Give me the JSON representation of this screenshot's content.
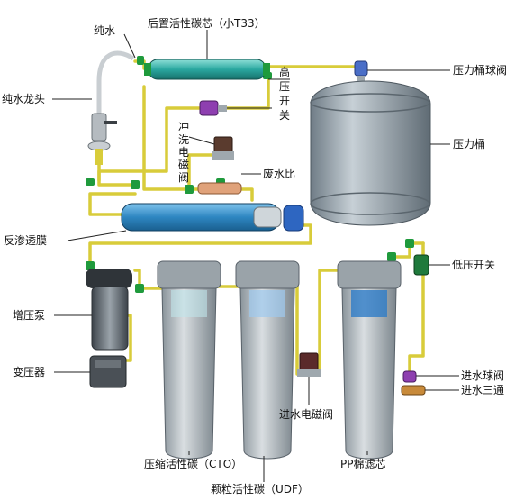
{
  "labels": {
    "pure_water": "纯水",
    "post_carbon": "后置活性碳芯（小T33）",
    "pure_faucet": "纯水龙头",
    "tank_ball_valve": "压力桶球阀",
    "high_pressure_switch_1": "高",
    "high_pressure_switch_2": "压",
    "high_pressure_switch_3": "开",
    "high_pressure_switch_4": "关",
    "flush_valve_1": "冲",
    "flush_valve_2": "洗",
    "flush_valve_3": "电",
    "flush_valve_4": "磁",
    "flush_valve_5": "阀",
    "pressure_tank": "压力桶",
    "waste_ratio": "废水比",
    "ro_membrane": "反渗透膜",
    "low_pressure_switch": "低压开关",
    "booster_pump": "增压泵",
    "transformer": "变压器",
    "inlet_ball_valve": "进水球阀",
    "inlet_tee": "进水三通",
    "inlet_solenoid": "进水电磁阀",
    "cto_carbon": "压缩活性碳（CTO）",
    "pp_filter": "PP棉滤芯",
    "udf_carbon": "颗粒活性碳（UDF）"
  },
  "colors": {
    "pipe": "#d8cc3a",
    "connector": "#1f9a3c",
    "tank": "#8e9ba6",
    "membrane": "#2e86c1",
    "housing": "#a7b0b7"
  }
}
